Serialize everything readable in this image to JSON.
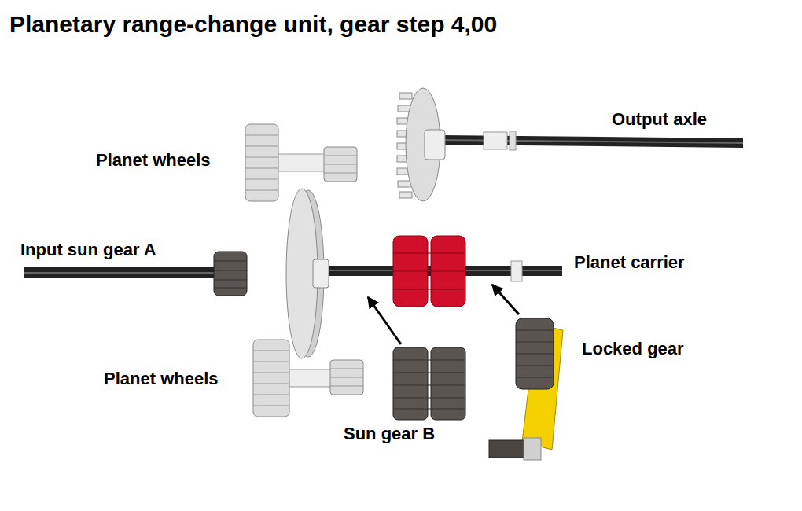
{
  "diagram": {
    "title": "Planetary range-change unit, gear step 4,00",
    "labels": [
      "Planet wheels",
      "Output axle",
      "Input sun gear A",
      "Planet carrier",
      "Locked gear",
      "Planet wheels",
      "Sun gear B"
    ]
  }
}
